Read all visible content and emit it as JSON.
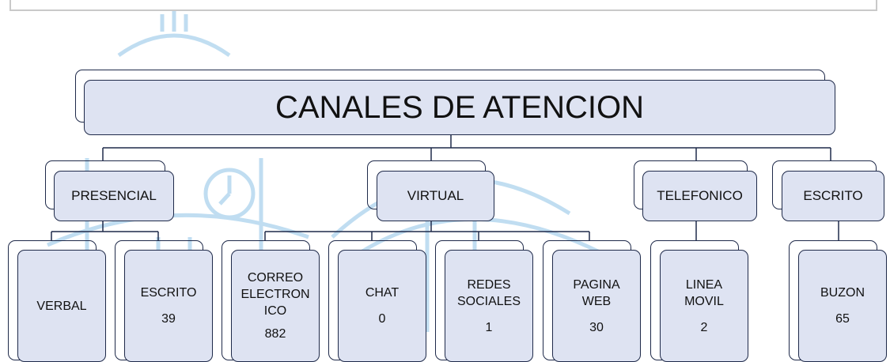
{
  "title": "CANALES DE ATENCION",
  "categories": [
    {
      "label": "PRESENCIAL"
    },
    {
      "label": "VIRTUAL"
    },
    {
      "label": "TELEFONICO"
    },
    {
      "label": "ESCRITO"
    }
  ],
  "leaves": [
    {
      "label": "VERBAL",
      "count": ""
    },
    {
      "label": "ESCRITO",
      "count": "39"
    },
    {
      "label": "CORREO\nELECTRON\nICO",
      "count": "882"
    },
    {
      "label": "CHAT",
      "count": "0"
    },
    {
      "label": "REDES\nSOCIALES",
      "count": "1"
    },
    {
      "label": "PAGINA\nWEB",
      "count": "30"
    },
    {
      "label": "LINEA\nMOVIL",
      "count": "2"
    },
    {
      "label": "BUZON",
      "count": "65"
    }
  ],
  "colors": {
    "box_fill": "#dee3f2",
    "box_border": "#1f2a4a",
    "watermark": "#8ec3e6"
  }
}
